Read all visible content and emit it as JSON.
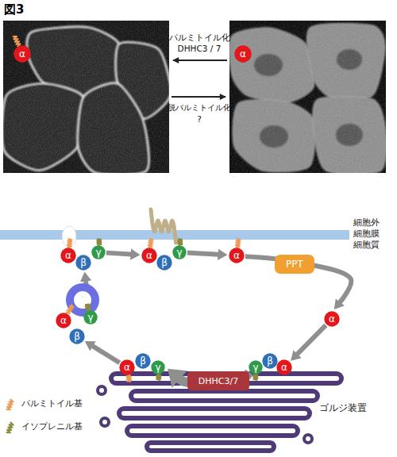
{
  "diagram": {
    "title": "図3",
    "nodes": [
      {
        "text": [
          "α"
        ]
      },
      {
        "text": [
          "α"
        ]
      },
      {
        "text": [
          "α"
        ]
      },
      {
        "text": [
          "β"
        ]
      },
      {
        "text": [
          "γ"
        ]
      },
      {
        "text": [
          "α"
        ]
      },
      {
        "text": [
          "β"
        ]
      },
      {
        "text": [
          "γ"
        ]
      },
      {
        "text": [
          "α"
        ]
      },
      {
        "text": [
          "PPT"
        ]
      },
      {
        "text": [
          "α"
        ]
      },
      {
        "text": [
          "β"
        ]
      },
      {
        "text": [
          "γ"
        ]
      },
      {
        "text": [
          "α"
        ]
      },
      {
        "text": [
          "α"
        ]
      },
      {
        "text": [
          "β"
        ]
      },
      {
        "text": [
          "γ"
        ]
      },
      {
        "text": [
          "DHHC3/7"
        ]
      },
      {
        "text": [
          "γ"
        ]
      },
      {
        "text": [
          "β"
        ]
      },
      {
        "text": [
          "α"
        ]
      }
    ],
    "edges": [
      {
        "from": 12,
        "to": 3,
        "arrow": "to"
      },
      {
        "from": 4,
        "to": 5,
        "arrow": "to"
      },
      {
        "from": 7,
        "to": 8,
        "arrow": "to"
      },
      {
        "from": 8,
        "to": 13,
        "arrow": "to"
      },
      {
        "from": 13,
        "to": 20,
        "arrow": "to"
      },
      {
        "from": 18,
        "to": 16,
        "arrow": "to"
      },
      {
        "from": 14,
        "to": 11,
        "arrow": "to"
      }
    ],
    "labels": [
      "パルミトイル化",
      "DHHC3 / 7",
      "脱パルミトイル化",
      "?",
      "細胞外",
      "細胞膜",
      "細胞質",
      "ゴルジ装置"
    ],
    "legend": [
      {
        "text": "パルミトイル基"
      },
      {
        "text": "イソプレニル基"
      }
    ]
  }
}
